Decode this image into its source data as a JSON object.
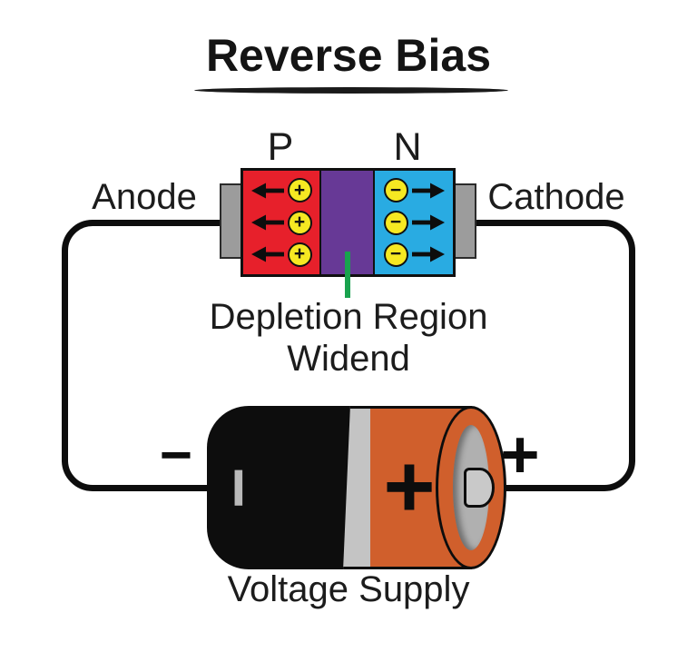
{
  "title": {
    "text": "Reverse Bias"
  },
  "diode": {
    "p_label": "P",
    "n_label": "N",
    "anode_label": "Anode",
    "cathode_label": "Cathode",
    "caption_line1": "Depletion Region",
    "caption_line2": "Widend",
    "p_region": {
      "name": "P-type region",
      "color": "#E7202B",
      "carrier_symbol": "+",
      "carrier_count": 3,
      "arrow_direction": "left"
    },
    "depletion_region": {
      "name": "Depletion region",
      "color": "#673996"
    },
    "n_region": {
      "name": "N-type region",
      "color": "#29ABE2",
      "carrier_symbol": "−",
      "carrier_count": 3,
      "arrow_direction": "right"
    },
    "carrier_fill_color": "#F6E822",
    "terminal_color": "#9C9C9C",
    "pointer_color": "#19A24E"
  },
  "battery": {
    "negative_symbol": "−",
    "positive_symbol": "+",
    "negative_mark": "−",
    "positive_mark": "+",
    "label": "Voltage Supply",
    "body_color": "#0D0D0D",
    "band_color": "#C4C4C4",
    "cap_color": "#D05F2C"
  },
  "wire_color": "#0D0D0D"
}
